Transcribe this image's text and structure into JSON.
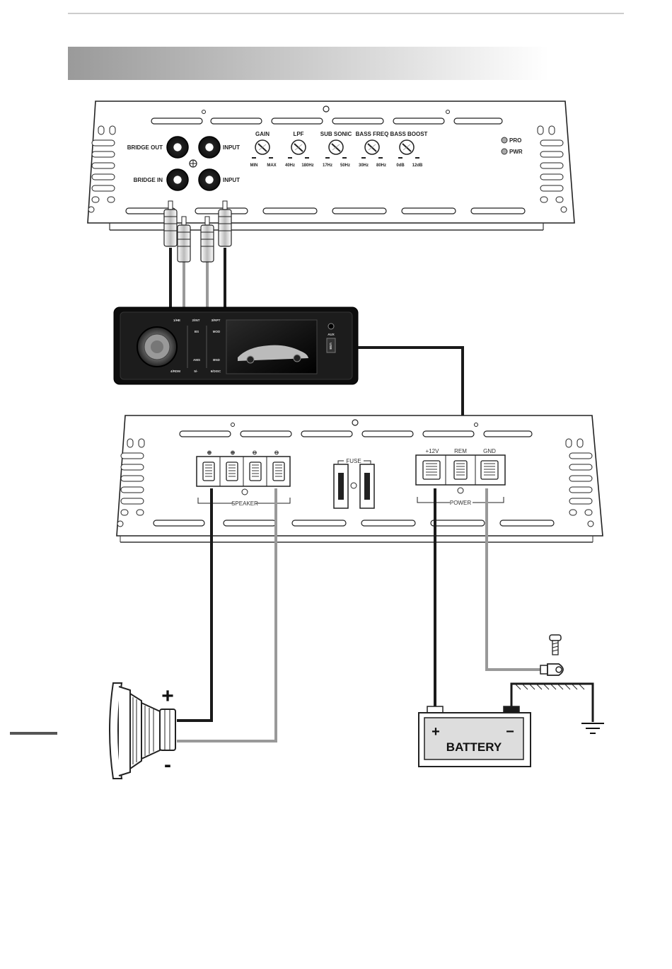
{
  "header": {
    "band_title": ""
  },
  "top_amp": {
    "rca_labels": {
      "bridge_out": "BRIDGE OUT",
      "bridge_in": "BRIDGE IN",
      "input_top": "INPUT",
      "input_bottom": "INPUT"
    },
    "knobs": [
      {
        "name": "GAIN",
        "min": "MIN",
        "max": "MAX"
      },
      {
        "name": "LPF",
        "min": "40Hz",
        "max": "180Hz"
      },
      {
        "name": "SUB SONIC",
        "min": "17Hz",
        "max": "50Hz"
      },
      {
        "name": "BASS FREQ",
        "min": "30Hz",
        "max": "80Hz"
      },
      {
        "name": "BASS BOOST",
        "min": "0dB",
        "max": "12dB"
      }
    ],
    "leds": {
      "pro": "PRO",
      "pwr": "PWR"
    }
  },
  "head_unit": {
    "buttons_top": [
      "1/HE",
      "2/INT",
      "3/RPT"
    ],
    "buttons_bottom": [
      "4/RDM",
      "5/-",
      "6/DISC"
    ],
    "side_left": [
      "BS",
      "AMS"
    ],
    "side_right": [
      "MOD",
      "BND"
    ],
    "aux": "AUX",
    "usb": "USB"
  },
  "bottom_amp": {
    "speaker_polarity": [
      "⊕",
      "⊕",
      "⊖",
      "⊖"
    ],
    "speaker_label": "SPEAKER",
    "fuse_label": "FUSE",
    "power_terminals": [
      "+12V",
      "REM",
      "GND"
    ],
    "power_label": "POWER"
  },
  "speaker": {
    "plus": "+",
    "minus": "-"
  },
  "battery": {
    "label": "BATTERY",
    "plus": "+",
    "minus": "−"
  },
  "colors": {
    "wire_black": "#1a1a1a",
    "wire_gray": "#999999",
    "band_start": "#9a9a9a",
    "band_end": "#ffffff"
  }
}
